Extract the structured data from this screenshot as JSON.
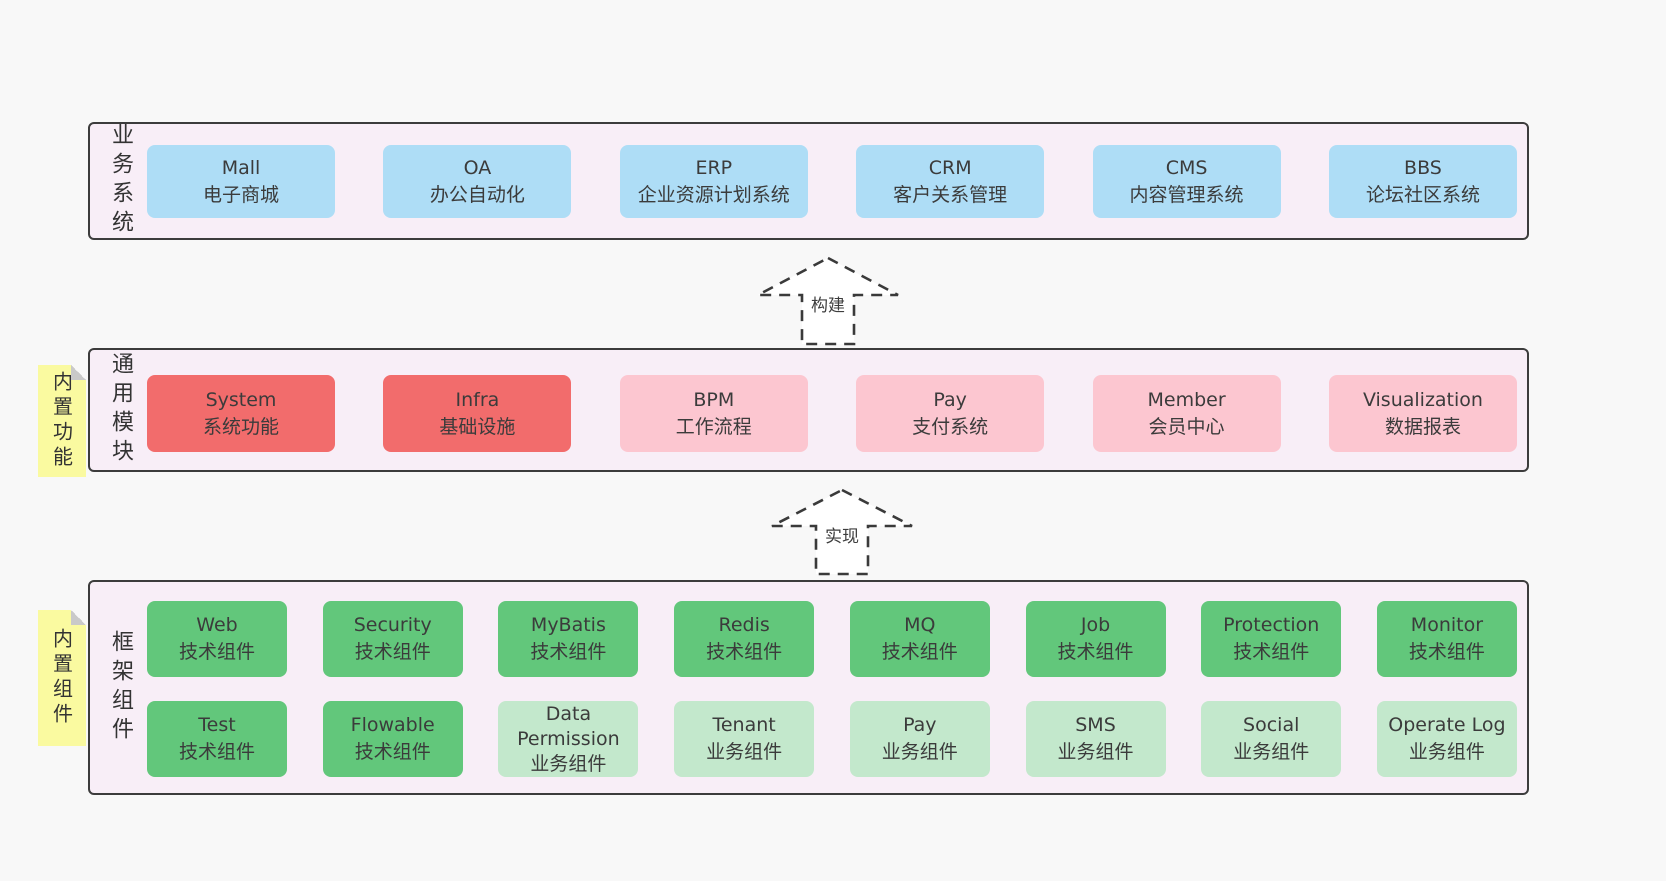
{
  "colors": {
    "page_bg": "#f8f8f8",
    "panel_bg": "#f8eef7",
    "panel_border": "#3c3c3c",
    "blue_box": "#aeddf6",
    "red_box": "#f26c6c",
    "pink_box": "#fcc6d0",
    "green_box": "#62c77b",
    "light_green_box": "#c3e8cc",
    "note_yellow": "#fafaa0",
    "note_fold_gray": "#c9c9c9",
    "text": "#3b3b3b"
  },
  "arrows": [
    {
      "label": "构建"
    },
    {
      "label": "实现"
    }
  ],
  "panels": [
    {
      "label": "业务系统",
      "boxes": [
        {
          "title": "Mall",
          "subtitle": "电子商城",
          "variant": "blue"
        },
        {
          "title": "OA",
          "subtitle": "办公自动化",
          "variant": "blue"
        },
        {
          "title": "ERP",
          "subtitle": "企业资源计划系统",
          "variant": "blue"
        },
        {
          "title": "CRM",
          "subtitle": "客户关系管理",
          "variant": "blue"
        },
        {
          "title": "CMS",
          "subtitle": "内容管理系统",
          "variant": "blue"
        },
        {
          "title": "BBS",
          "subtitle": "论坛社区系统",
          "variant": "blue"
        }
      ]
    },
    {
      "label": "通用模块",
      "note": "内置功能",
      "boxes": [
        {
          "title": "System",
          "subtitle": "系统功能",
          "variant": "red"
        },
        {
          "title": "Infra",
          "subtitle": "基础设施",
          "variant": "red"
        },
        {
          "title": "BPM",
          "subtitle": "工作流程",
          "variant": "pink"
        },
        {
          "title": "Pay",
          "subtitle": "支付系统",
          "variant": "pink"
        },
        {
          "title": "Member",
          "subtitle": "会员中心",
          "variant": "pink"
        },
        {
          "title": "Visualization",
          "subtitle": "数据报表",
          "variant": "pink"
        }
      ]
    },
    {
      "label": "框架组件",
      "note": "内置组件",
      "rows": [
        [
          {
            "title": "Web",
            "subtitle": "技术组件",
            "variant": "green"
          },
          {
            "title": "Security",
            "subtitle": "技术组件",
            "variant": "green"
          },
          {
            "title": "MyBatis",
            "subtitle": "技术组件",
            "variant": "green"
          },
          {
            "title": "Redis",
            "subtitle": "技术组件",
            "variant": "green"
          },
          {
            "title": "MQ",
            "subtitle": "技术组件",
            "variant": "green"
          },
          {
            "title": "Job",
            "subtitle": "技术组件",
            "variant": "green"
          },
          {
            "title": "Protection",
            "subtitle": "技术组件",
            "variant": "green"
          },
          {
            "title": "Monitor",
            "subtitle": "技术组件",
            "variant": "green"
          }
        ],
        [
          {
            "title": "Test",
            "subtitle": "技术组件",
            "variant": "green"
          },
          {
            "title": "Flowable",
            "subtitle": "技术组件",
            "variant": "green"
          },
          {
            "title": "Data Permission",
            "subtitle": "业务组件",
            "variant": "lightgreen"
          },
          {
            "title": "Tenant",
            "subtitle": "业务组件",
            "variant": "lightgreen"
          },
          {
            "title": "Pay",
            "subtitle": "业务组件",
            "variant": "lightgreen"
          },
          {
            "title": "SMS",
            "subtitle": "业务组件",
            "variant": "lightgreen"
          },
          {
            "title": "Social",
            "subtitle": "业务组件",
            "variant": "lightgreen"
          },
          {
            "title": "Operate Log",
            "subtitle": "业务组件",
            "variant": "lightgreen"
          }
        ]
      ]
    }
  ]
}
